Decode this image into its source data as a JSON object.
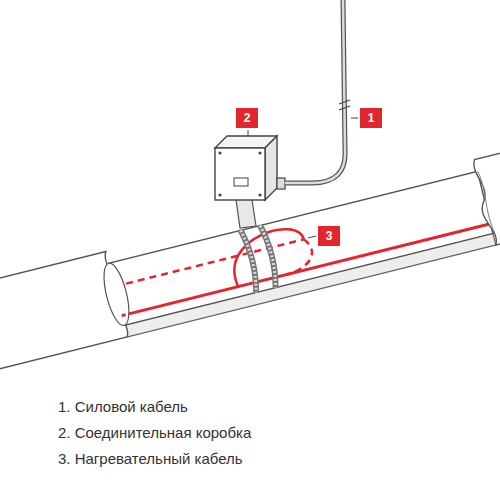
{
  "diagram": {
    "nodes": [
      {
        "text": [
          "2"
        ]
      },
      {
        "text": [
          "1"
        ]
      },
      {
        "text": [
          "3"
        ]
      }
    ],
    "labels": [
      "1. Силовой кабель",
      "2. Соединительная коробка",
      "3. Нагревательный кабель"
    ]
  }
}
